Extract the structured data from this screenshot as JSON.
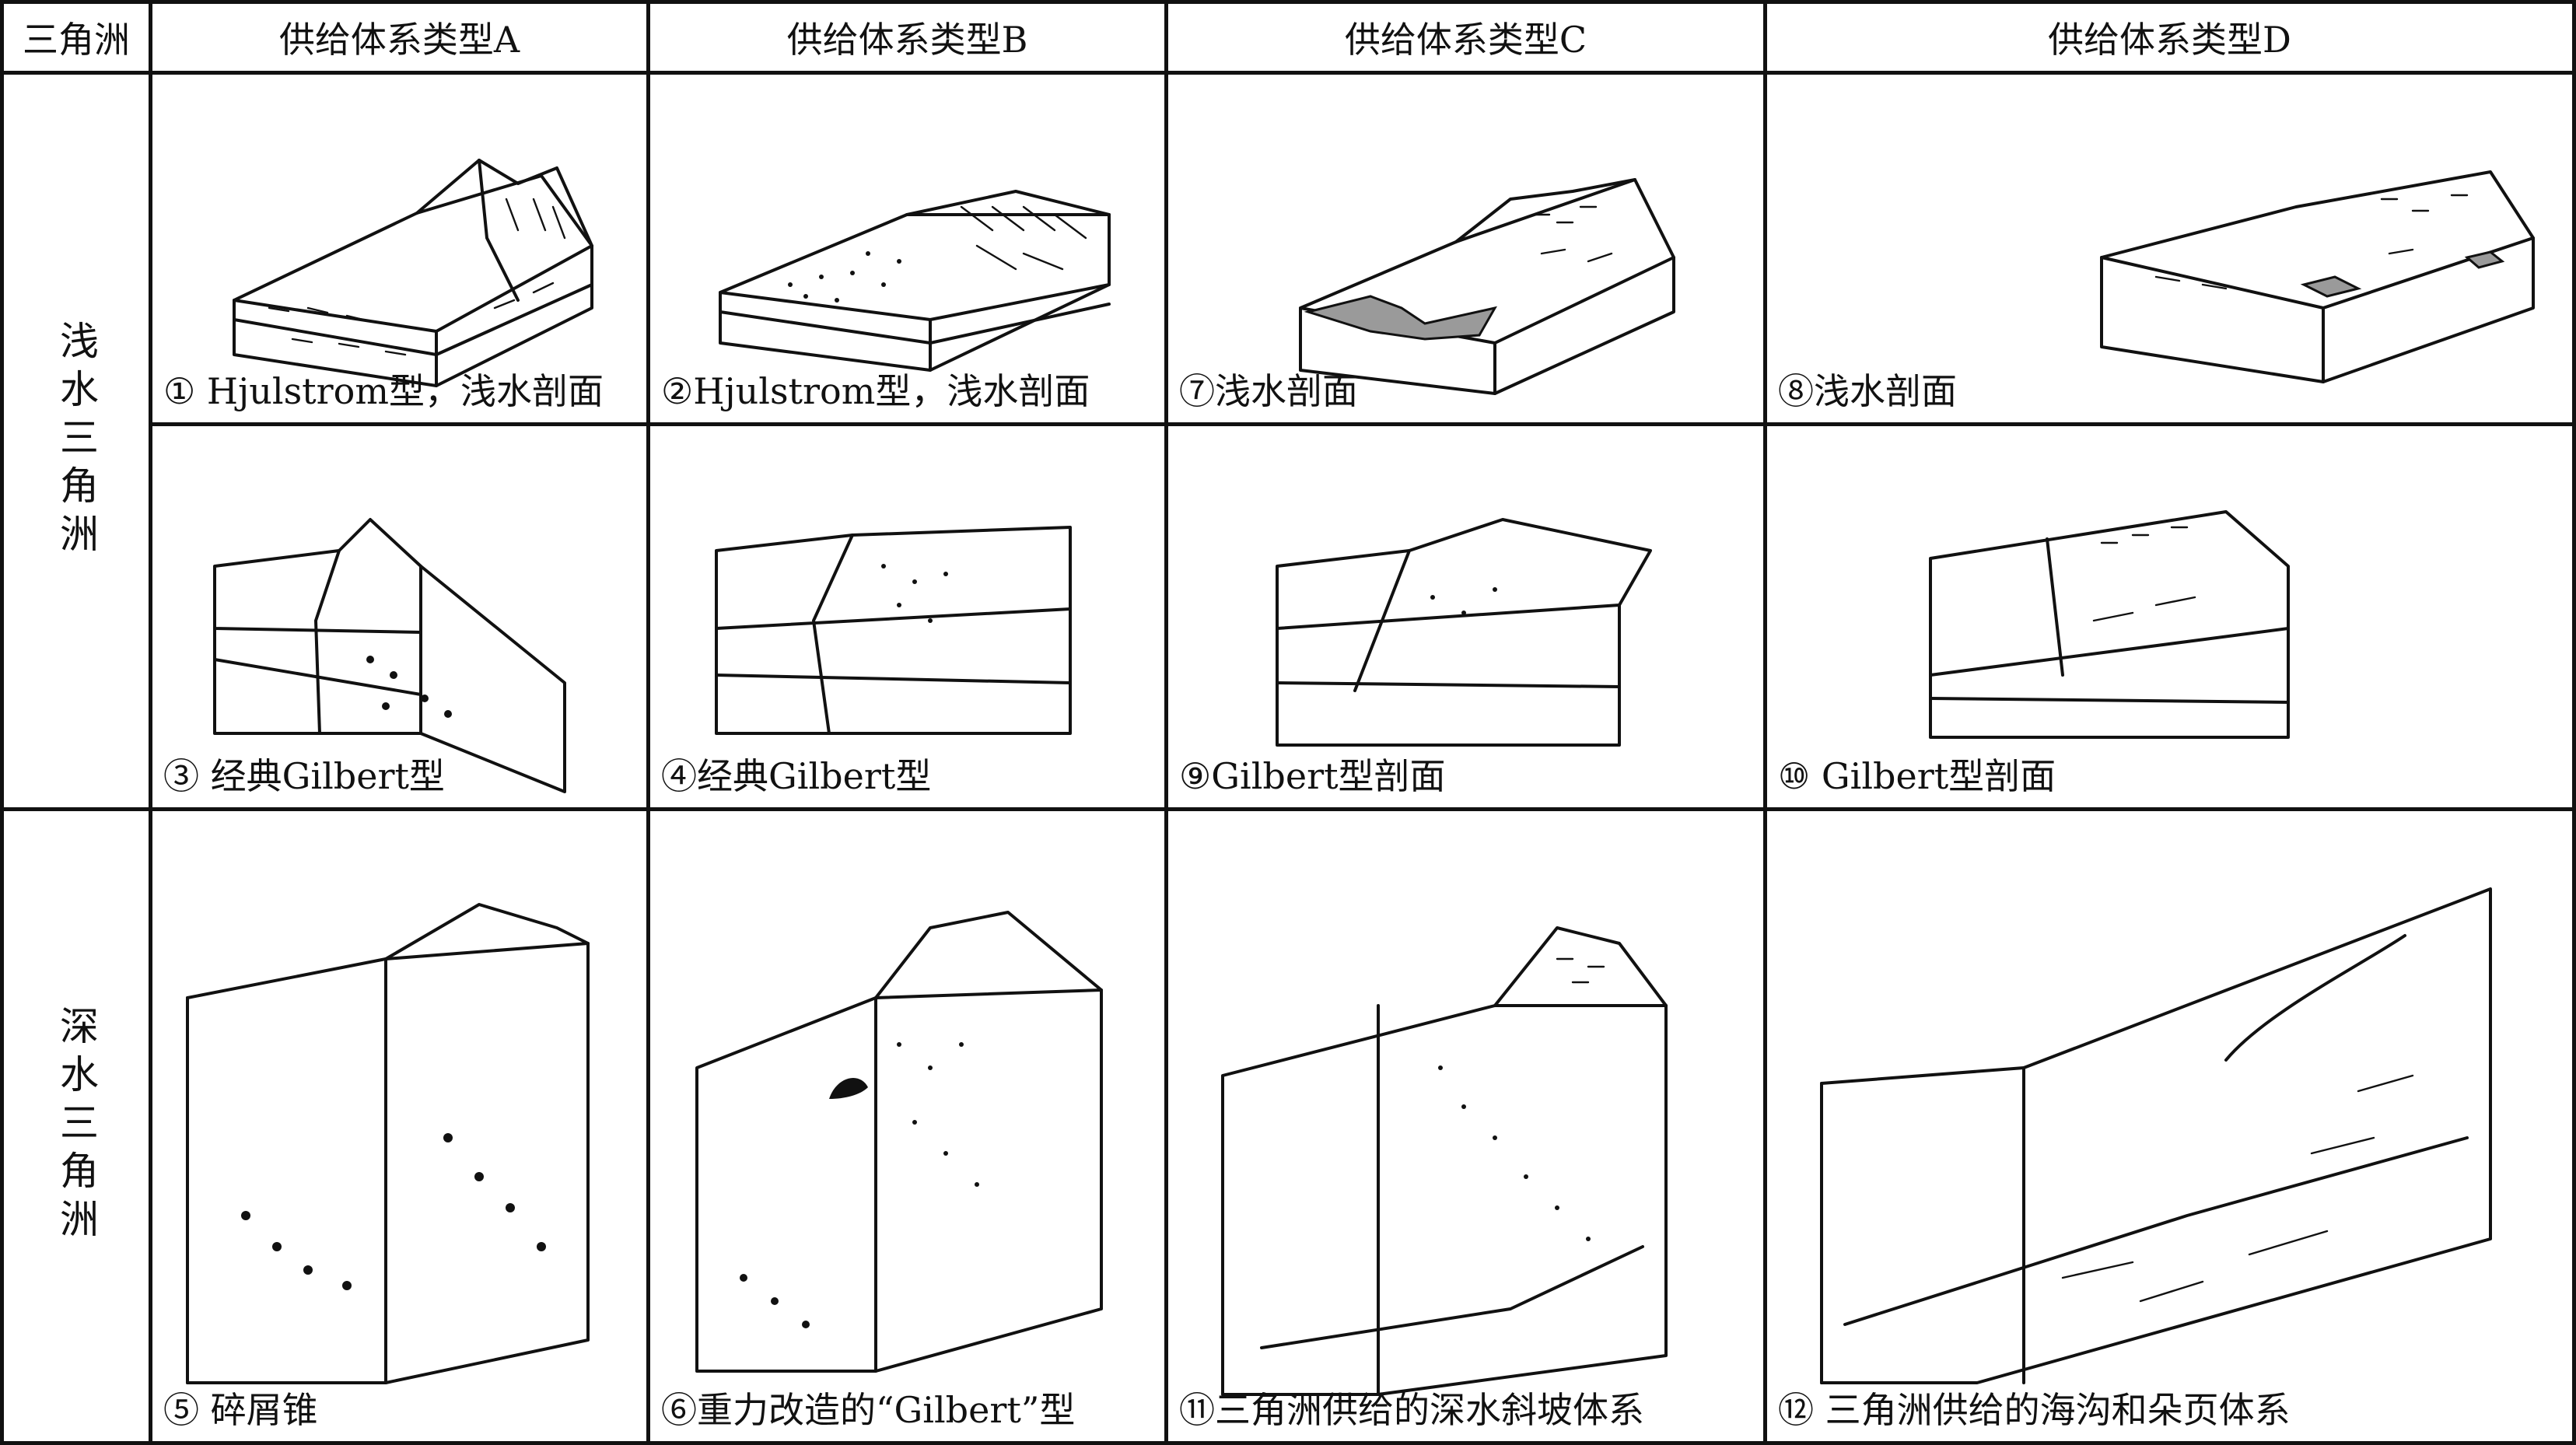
{
  "header": {
    "corner": "三角洲",
    "columns": [
      "供给体系类型A",
      "供给体系类型B",
      "供给体系类型C",
      "供给体系类型D"
    ]
  },
  "rows": [
    {
      "label": "浅水三角洲"
    },
    {
      "label": "深水三角洲"
    }
  ],
  "panels": [
    {
      "caption": "① Hjulstrom型，浅水剖面"
    },
    {
      "caption": "②Hjulstrom型，浅水剖面"
    },
    {
      "caption": "⑦浅水剖面"
    },
    {
      "caption": "⑧浅水剖面"
    },
    {
      "caption": "③ 经典Gilbert型"
    },
    {
      "caption": "④经典Gilbert型"
    },
    {
      "caption": "⑨Gilbert型剖面"
    },
    {
      "caption": "⑩ Gilbert型剖面"
    },
    {
      "caption": "⑤ 碎屑锥"
    },
    {
      "caption": "⑥重力改造的“Gilbert”型"
    },
    {
      "caption": "⑪三角洲供给的深水斜坡体系"
    },
    {
      "caption": "⑫ 三角洲供给的海沟和朵页体系"
    }
  ],
  "style": {
    "line_color": "#111111",
    "shade_color": "#9a9a9a"
  }
}
